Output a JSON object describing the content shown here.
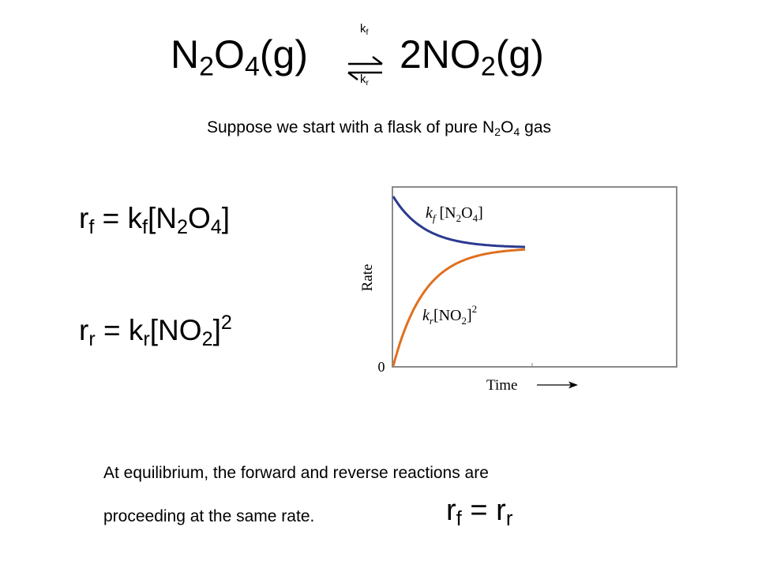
{
  "title": {
    "left": {
      "n": "N",
      "n_sub": "2",
      "o": "O",
      "o_sub": "4",
      "phase": "(g)"
    },
    "right": {
      "coef_n": "2NO",
      "no_sub": "2",
      "phase": "(g)"
    },
    "k_forward": {
      "k": "k",
      "sub": "f"
    },
    "k_reverse": {
      "k": "k",
      "sub": "r"
    }
  },
  "subtitle": {
    "text": "Suppose we start with a flask of pure N",
    "n_sub": "2",
    "o": "O",
    "o_sub": "4",
    "tail": " gas"
  },
  "rate_forward": {
    "r": "r",
    "r_sub": "f",
    "eq": " = k",
    "k_sub": "f",
    "open": "[N",
    "n_sub": "2",
    "o": "O",
    "o_sub": "4",
    "close": "]"
  },
  "rate_reverse": {
    "r": "r",
    "r_sub": "r",
    "eq": " = k",
    "k_sub": "r",
    "open": "[NO",
    "no_sub": "2",
    "close": "]",
    "pow": "2"
  },
  "chart_data": {
    "type": "line",
    "xlabel": "Time",
    "ylabel": "Rate",
    "y_origin_label": "0",
    "series": [
      {
        "name": "k_f[N2O4]",
        "color": "#2b3a8f",
        "shape": "decay"
      },
      {
        "name": "k_r[NO2]^2",
        "color": "#e07020",
        "shape": "rise"
      }
    ],
    "labels": {
      "forward": {
        "k": "k",
        "sub": "f",
        "rest": " [N",
        "n_sub": "2",
        "o": "O",
        "o_sub": "4",
        "close": "]"
      },
      "reverse": {
        "k": "k",
        "sub": "r",
        "rest": "[NO",
        "no_sub": "2",
        "close": "]",
        "pow": "2"
      }
    }
  },
  "bottom": {
    "line1": "At equilibrium, the forward and reverse reactions are",
    "line2": "proceeding at the same rate.",
    "equality": {
      "r1": "r",
      "s1": "f",
      "eq": " = r",
      "s2": "r"
    }
  }
}
